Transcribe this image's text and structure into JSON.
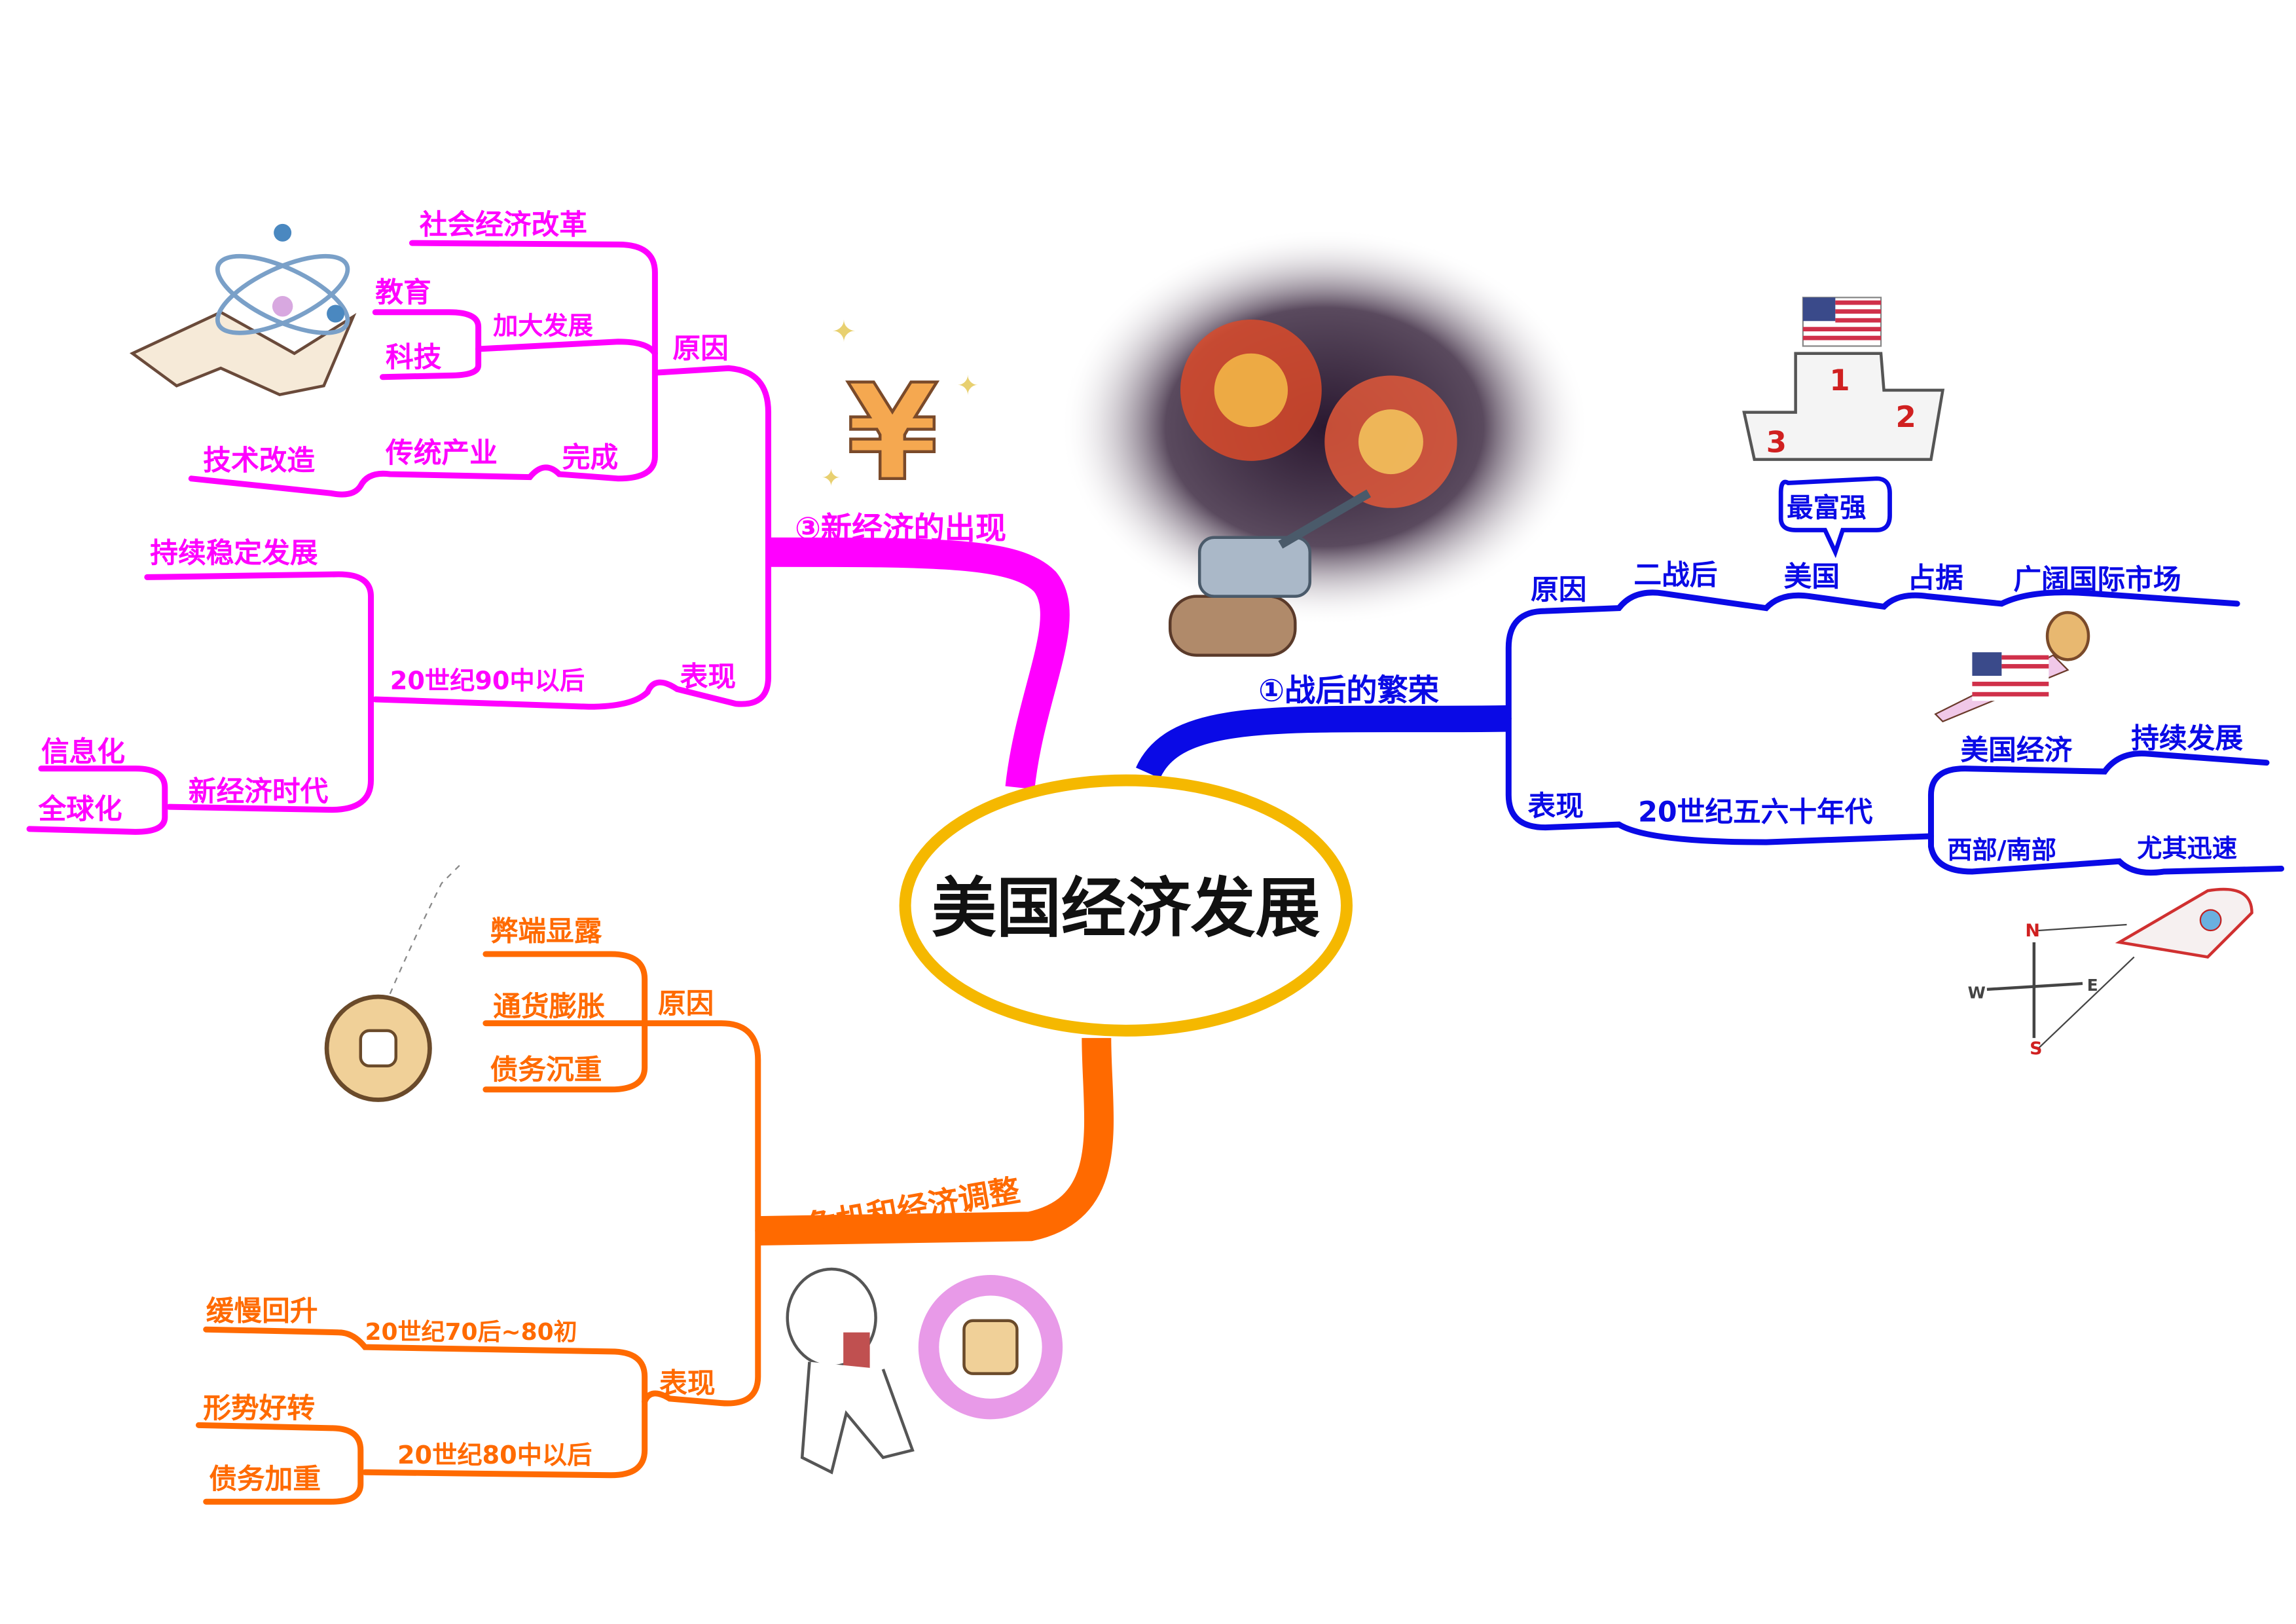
{
  "center": {
    "title": "美国经济发展"
  },
  "colors": {
    "center_border": "#f5b800",
    "branch1": "#0a0ae6",
    "branch2": "#ff6a00",
    "branch3": "#ff00ff"
  },
  "branch1": {
    "title": "①战后的繁荣",
    "reason": {
      "label": "原因",
      "chain": [
        "二战后",
        "美国",
        "占据",
        "广阔国际市场"
      ],
      "bubble": "最富强"
    },
    "performance": {
      "label": "表现",
      "period": "20世纪五六十年代",
      "items": [
        {
          "label": "美国经济",
          "detail": "持续发展"
        },
        {
          "label": "西部/南部",
          "detail": "尤其迅速"
        }
      ]
    },
    "podium": [
      "1",
      "2",
      "3"
    ],
    "compass": [
      "N",
      "E",
      "S",
      "W"
    ]
  },
  "branch2": {
    "title": "②危机和经济调整",
    "reason": {
      "label": "原因",
      "items": [
        "弊端显露",
        "通货膨胀",
        "债务沉重"
      ]
    },
    "performance": {
      "label": "表现",
      "periods": [
        {
          "label": "20世纪70后~80初",
          "items": [
            "缓慢回升"
          ]
        },
        {
          "label": "20世纪80中以后",
          "items": [
            "形势好转",
            "债务加重"
          ]
        }
      ]
    }
  },
  "branch3": {
    "title": "③新经济的出现",
    "reason": {
      "label": "原因",
      "top": "社会经济改革",
      "develop": {
        "label": "加大发展",
        "items": [
          "教育",
          "科技"
        ]
      },
      "complete": {
        "label": "完成",
        "chain": [
          "传统产业",
          "技术改造"
        ]
      }
    },
    "performance": {
      "label": "表现",
      "period": "20世纪90中以后",
      "items": [
        "持续稳定发展",
        {
          "label": "新经济时代",
          "items": [
            "信息化",
            "全球化"
          ]
        }
      ]
    }
  }
}
